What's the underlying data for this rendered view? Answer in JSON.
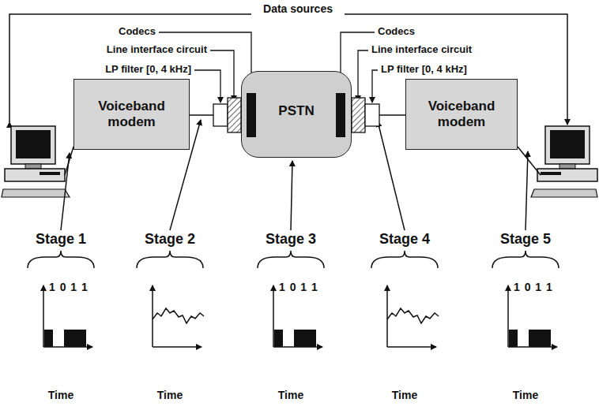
{
  "diagram": {
    "nodes": [
      {
        "text": [
          "Voiceband modem"
        ]
      },
      {
        "text": [
          "PSTN"
        ]
      },
      {
        "text": [
          "Voiceband modem"
        ]
      }
    ],
    "edges": [
      {
        "from": 0,
        "to": 1,
        "arrow": "none"
      },
      {
        "from": 1,
        "to": 2,
        "arrow": "none"
      }
    ],
    "labels": [
      "Data sources",
      "Codecs",
      "Line interface circuit",
      "LP filter [0, 4 kHz]",
      "Codecs",
      "Line interface circuit",
      "LP filter [0, 4 kHz]",
      "Stage 1",
      "1 0 1 1",
      "Time",
      "Stage 2",
      "Time",
      "Stage 3",
      "1 0 1 1",
      "Time",
      "Stage 4",
      "Time",
      "Stage 5",
      "1 0 1 1",
      "Time"
    ]
  }
}
